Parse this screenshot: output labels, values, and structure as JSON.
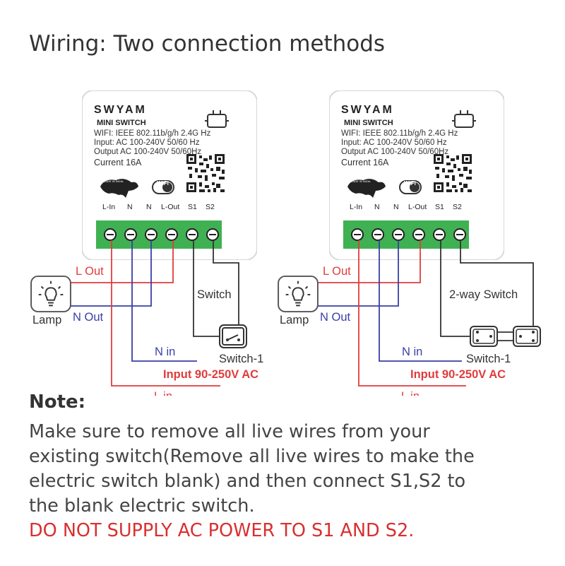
{
  "heading": "Wiring: Two connection methods",
  "colors": {
    "live": "#e03c3c",
    "neutral": "#3a3fa8",
    "switch_wire": "#333333",
    "terminal_green": "#3fb152",
    "warning": "#d92f2f"
  },
  "module": {
    "brand": "SWYAM",
    "model": "MINI SWITCH",
    "specs": [
      "WIFI: IEEE 802.11b/g/h 2.4G Hz",
      "Input: AC 100-240V 50/60 Hz",
      "Output AC 100-240V 50/60Hz",
      "Current 16A"
    ],
    "made_in_badge": "MADE IN INDIA",
    "wifi_badge": "WiFi",
    "terminals": [
      "L-In",
      "N",
      "N",
      "L-Out",
      "S1",
      "S2"
    ]
  },
  "diagrams": [
    {
      "l_out": "L Out",
      "n_out": "N Out",
      "lamp": "Lamp",
      "switch_label": "Switch",
      "switch_name": "Switch-1",
      "n_in": "N in",
      "input": "Input 90-250V AC",
      "l_in": "L in"
    },
    {
      "l_out": "L Out",
      "n_out": "N Out",
      "lamp": "Lamp",
      "switch_label": "2-way Switch",
      "switch_name": "Switch-1",
      "n_in": "N in",
      "input": "Input 90-250V AC",
      "l_in": "L in"
    }
  ],
  "note": {
    "title": "Note:",
    "lines": [
      "Make sure to remove all live wires from your",
      "existing switch(Remove all live wires to make the",
      "electric switch blank) and then connect S1,S2 to",
      "the blank electric switch."
    ],
    "warning": "DO NOT SUPPLY AC POWER TO S1 AND S2."
  }
}
